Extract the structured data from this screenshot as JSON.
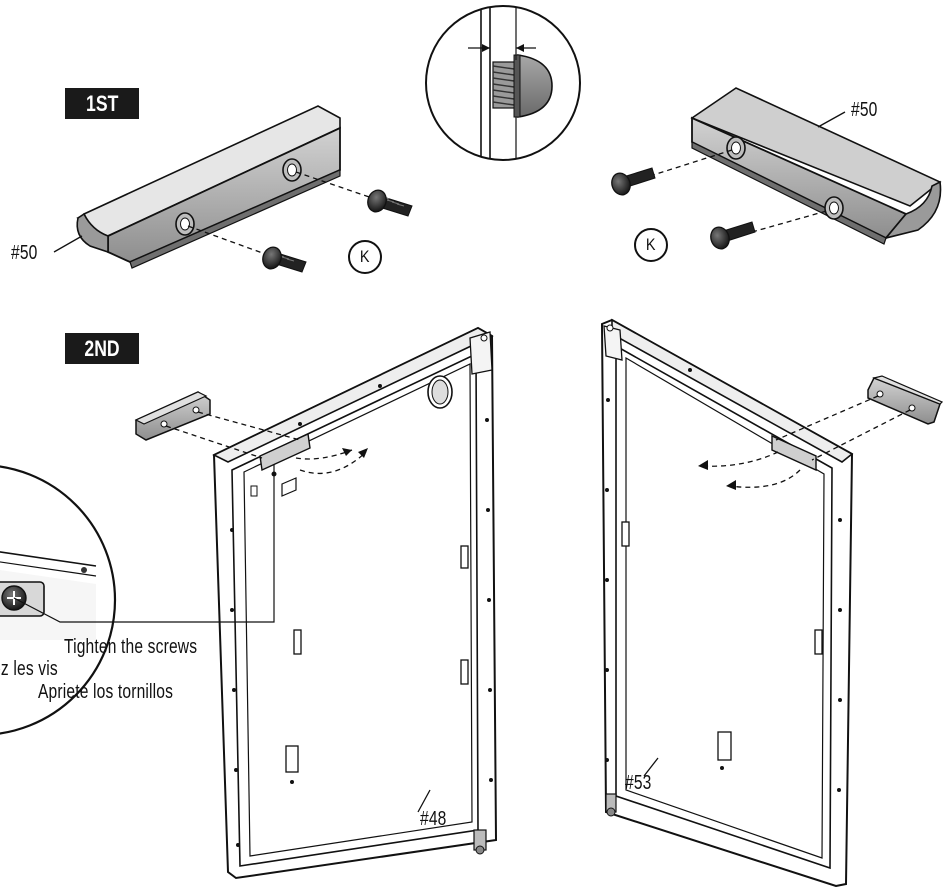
{
  "steps": {
    "first": "1ST",
    "second": "2ND"
  },
  "parts": {
    "bracket_left": "#50",
    "bracket_right": "#50",
    "panel_left": "#48",
    "panel_right": "#53"
  },
  "hardware": {
    "screw_k_left": "K",
    "screw_k_right": "K"
  },
  "instructions": {
    "en": "Tighten the screws",
    "fr": "Serrez les vis",
    "es": "Apriete los tornillos"
  }
}
